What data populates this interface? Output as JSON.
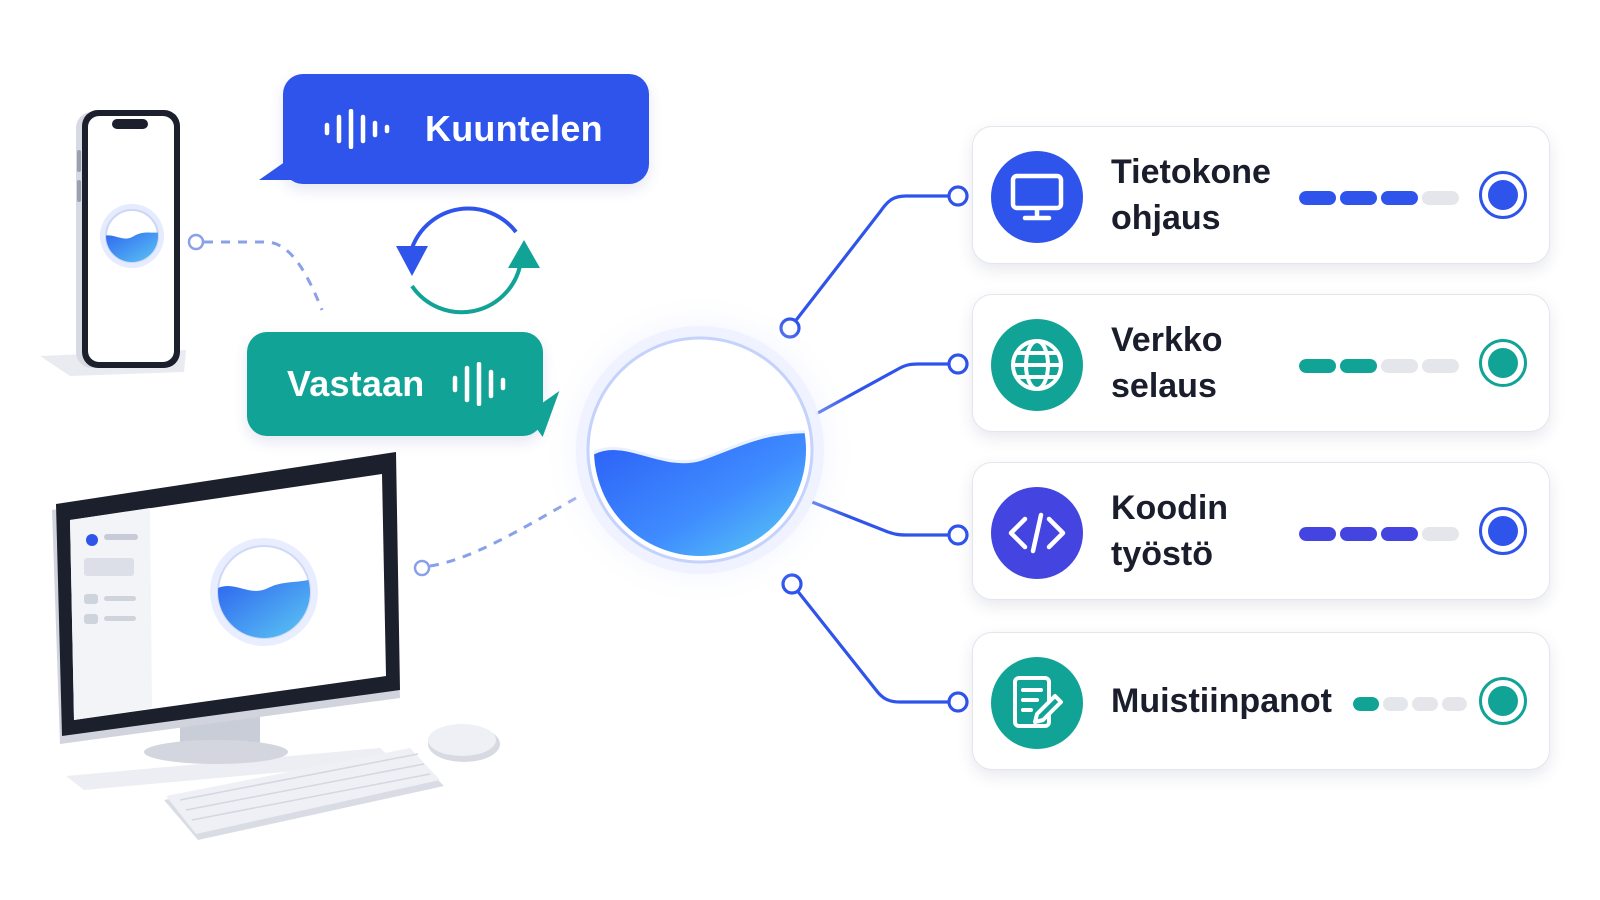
{
  "bubbles": {
    "listen": {
      "label": "Kuuntelen",
      "color": "#2f54eb"
    },
    "answer": {
      "label": "Vastaan",
      "color": "#12a397"
    }
  },
  "colors": {
    "blue": "#2f54eb",
    "teal": "#12a397",
    "indigo": "#4444e0",
    "track": "#e4e6ec"
  },
  "features": [
    {
      "label_line1": "Tietokone",
      "label_line2": "ohjaus",
      "icon": "monitor-icon",
      "color": "#2f54eb",
      "level": 0.75,
      "segments": 4,
      "filled": 3
    },
    {
      "label_line1": "Verkko",
      "label_line2": "selaus",
      "icon": "globe-icon",
      "color": "#12a397",
      "level": 0.5,
      "segments": 4,
      "filled": 2
    },
    {
      "label_line1": "Koodin",
      "label_line2": "työstö",
      "icon": "code-icon",
      "color": "#4444e0",
      "level": 0.75,
      "segments": 4,
      "filled": 3
    },
    {
      "label_line1": "Muistiinpanot",
      "label_line2": "",
      "icon": "notes-icon",
      "color": "#12a397",
      "level": 0.25,
      "segments": 4,
      "filled": 1
    }
  ]
}
